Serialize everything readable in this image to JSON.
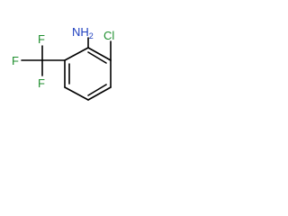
{
  "molecule": {
    "atoms": {
      "amine": "NH",
      "amine_h": "2",
      "chlorine": "Cl",
      "fluorine_top": "F",
      "fluorine_left": "F",
      "fluorine_bottom": "F"
    },
    "colors": {
      "nitrogen": "#1f3fbf",
      "chlorine": "#1f8f2f",
      "fluorine": "#1f8f2f",
      "bond": "#000000",
      "background": "#ffffff"
    }
  }
}
